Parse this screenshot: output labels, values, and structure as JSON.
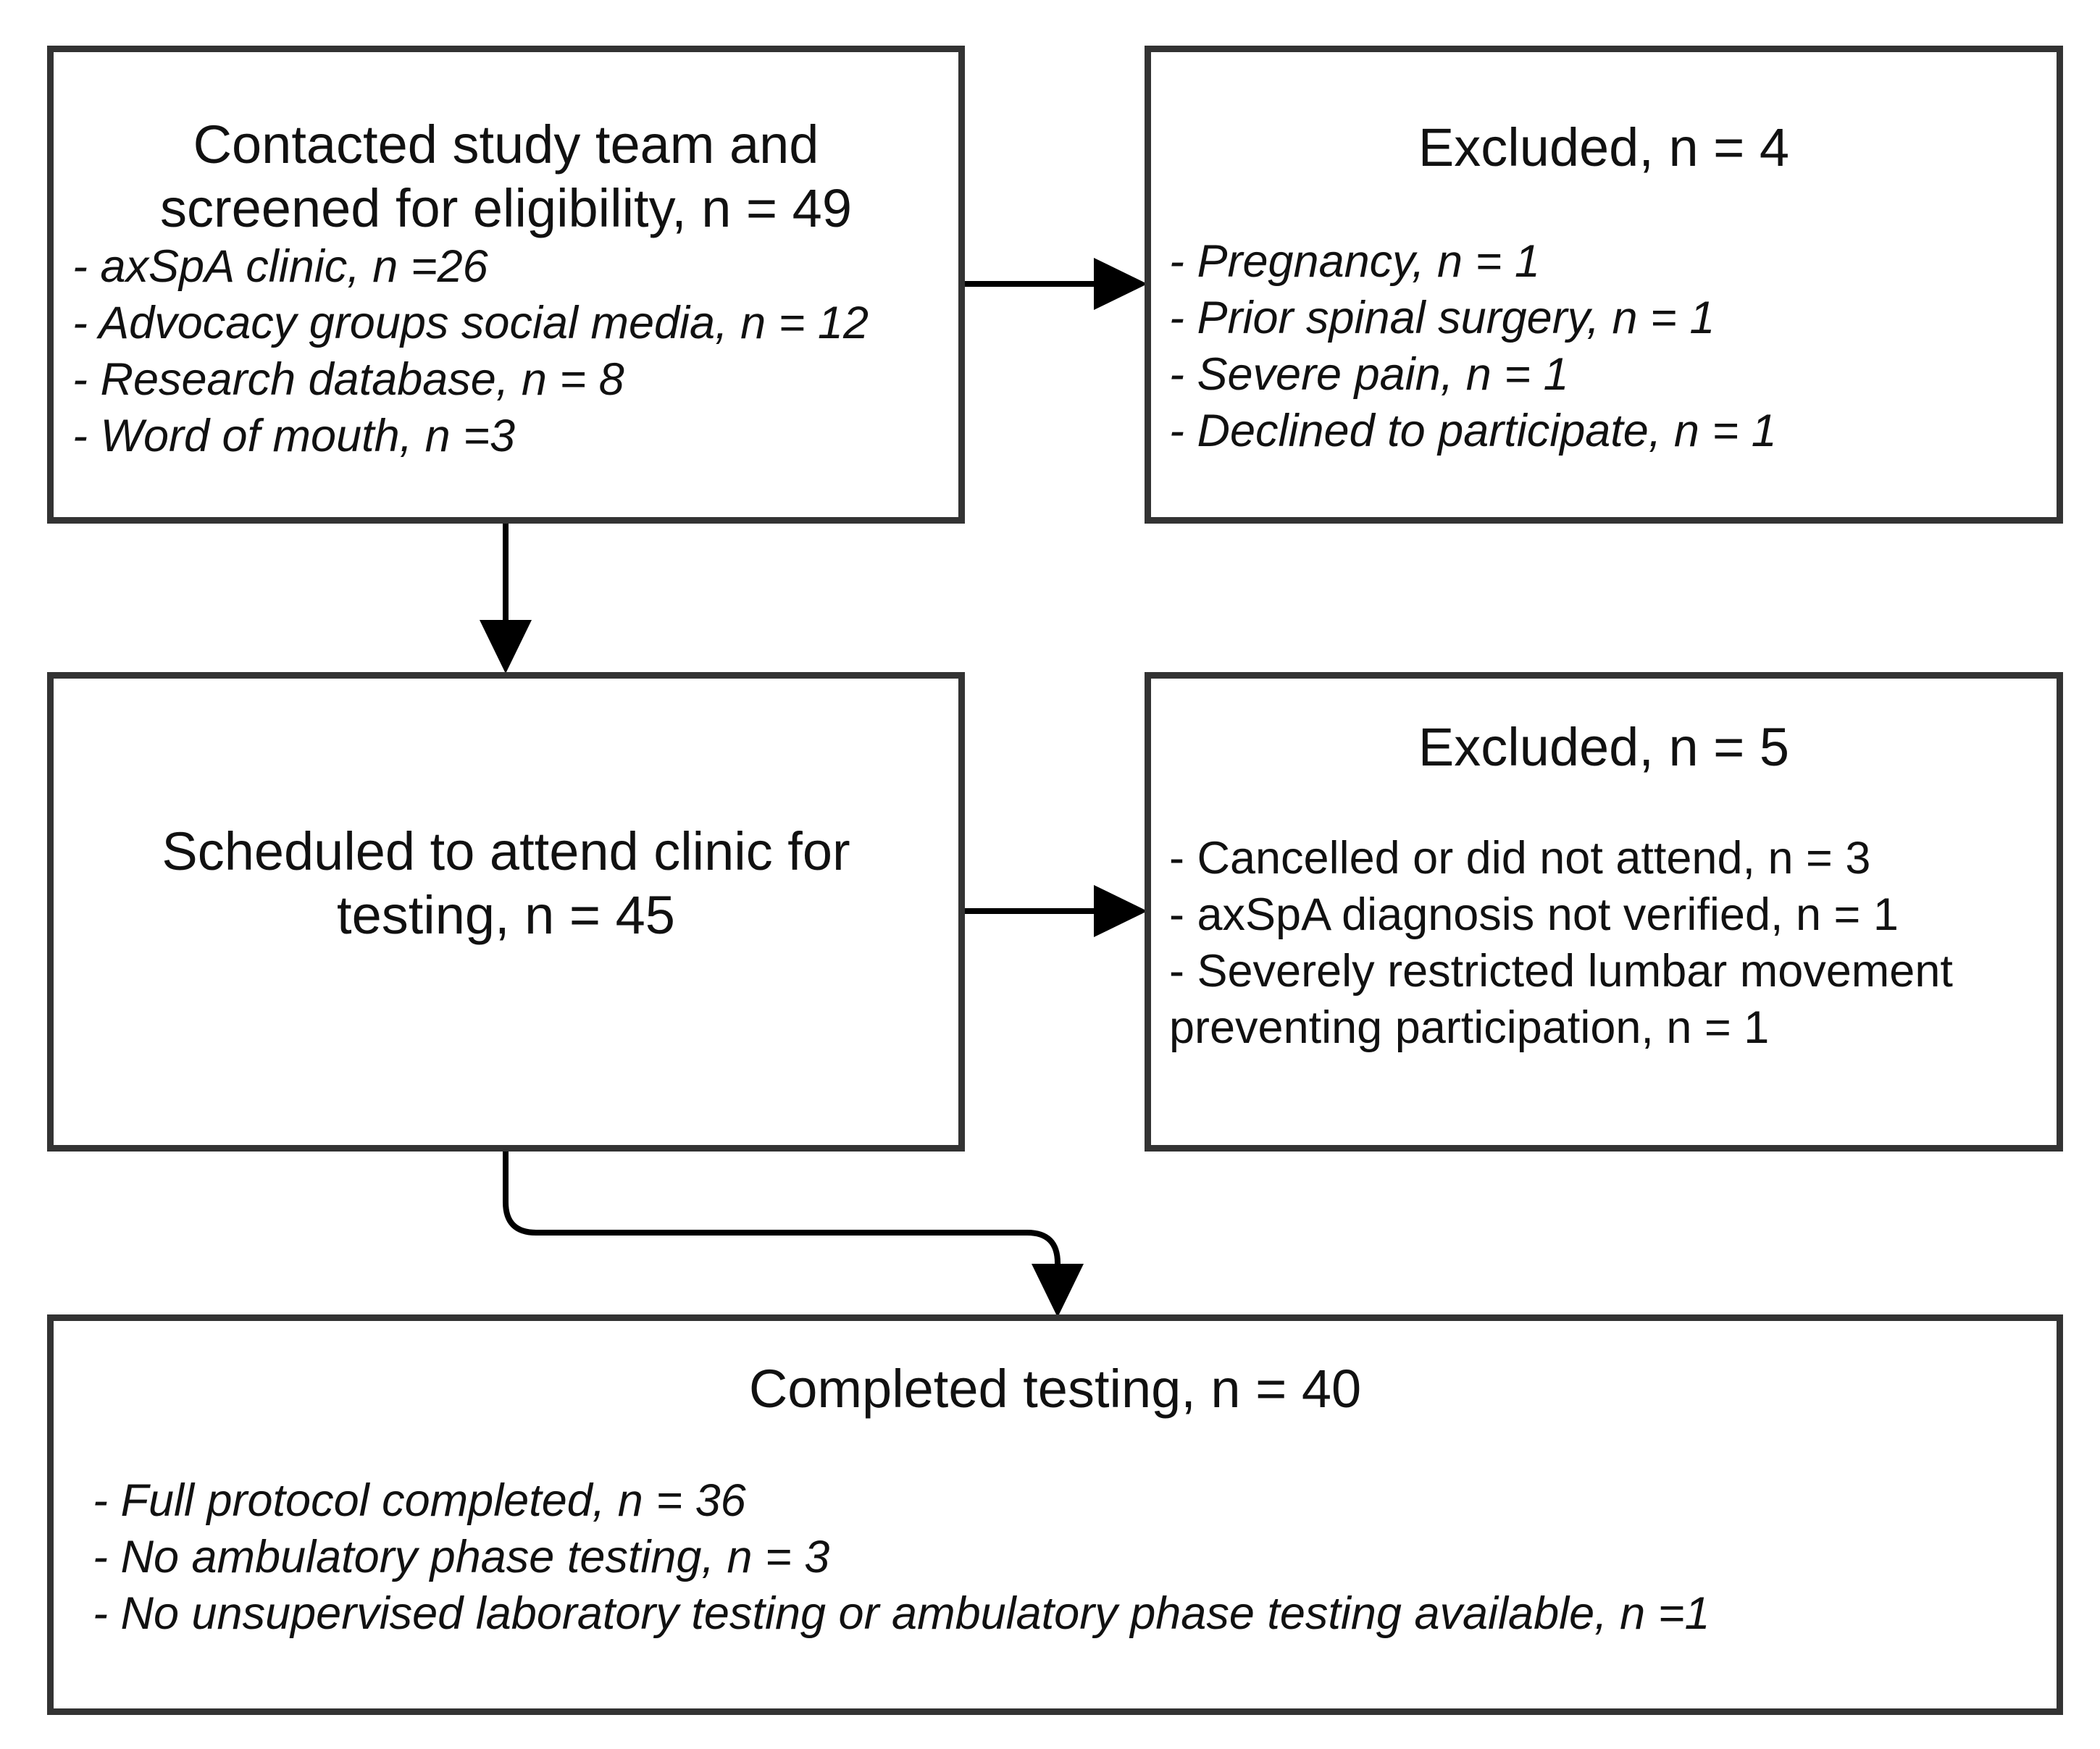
{
  "boxes": {
    "screened": {
      "title_line1": "Contacted study team and",
      "title_line2": "screened for eligibility, n = 49",
      "items": [
        "- axSpA clinic, n =26",
        "- Advocacy groups social media, n = 12",
        "- Research database, n = 8",
        "- Word of mouth, n =3"
      ]
    },
    "excluded_1": {
      "title": "Excluded, n = 4",
      "items": [
        "- Pregnancy, n = 1",
        "- Prior spinal surgery, n = 1",
        "- Severe pain, n = 1",
        "- Declined to participate, n = 1"
      ]
    },
    "scheduled": {
      "title_line1": "Scheduled to attend clinic for",
      "title_line2": "testing, n = 45"
    },
    "excluded_2": {
      "title": "Excluded, n = 5",
      "items": [
        "- Cancelled or did not attend, n = 3",
        "- axSpA diagnosis not verified, n = 1",
        "- Severely restricted lumbar movement",
        "preventing participation, n = 1"
      ]
    },
    "completed": {
      "title": "Completed testing, n = 40",
      "items": [
        "- Full protocol completed, n = 36",
        "- No ambulatory phase testing, n = 3",
        "- No unsupervised laboratory testing or ambulatory phase testing available, n =1"
      ]
    }
  }
}
